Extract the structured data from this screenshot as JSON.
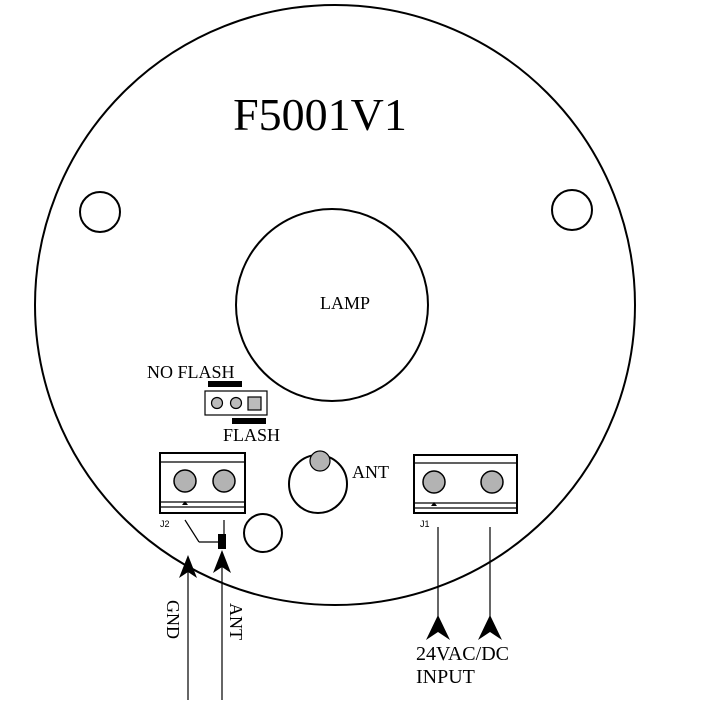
{
  "board": {
    "title": "F5001V1",
    "lamp_label": "LAMP",
    "jumper": {
      "no_flash_label": "NO FLASH",
      "flash_label": "FLASH"
    },
    "ant_label": "ANT",
    "connectors": {
      "j2_label": "J2",
      "j1_label": "J1"
    },
    "wires": {
      "gnd_label": "GND",
      "ant_label": "ANT",
      "power_label_line1": "24VAC/DC",
      "power_label_line2": "INPUT"
    }
  }
}
